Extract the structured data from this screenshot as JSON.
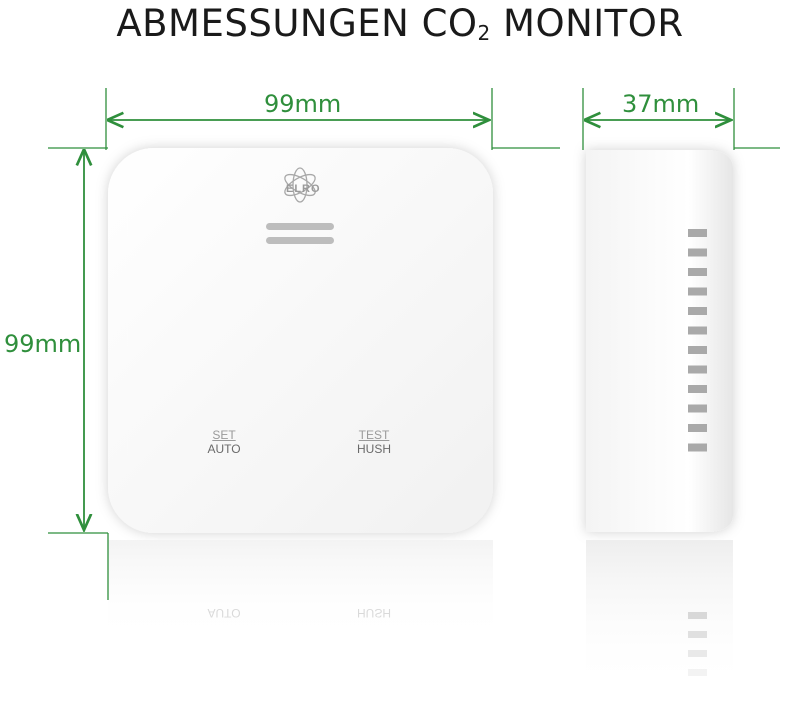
{
  "title": {
    "main": "ABMESSUNGEN CO",
    "sub": "2",
    "suffix": " MONITOR"
  },
  "dimensions": {
    "width": "99mm",
    "depth": "37mm",
    "height": "99mm"
  },
  "device": {
    "brand": "ELRO",
    "left_button": {
      "top": "SET",
      "bottom": "AUTO"
    },
    "right_button": {
      "top": "TEST",
      "bottom": "HUSH"
    }
  },
  "colors": {
    "dimension_line": "#2f8f3c",
    "device_body": "#ffffff",
    "background": "#ffffff"
  }
}
